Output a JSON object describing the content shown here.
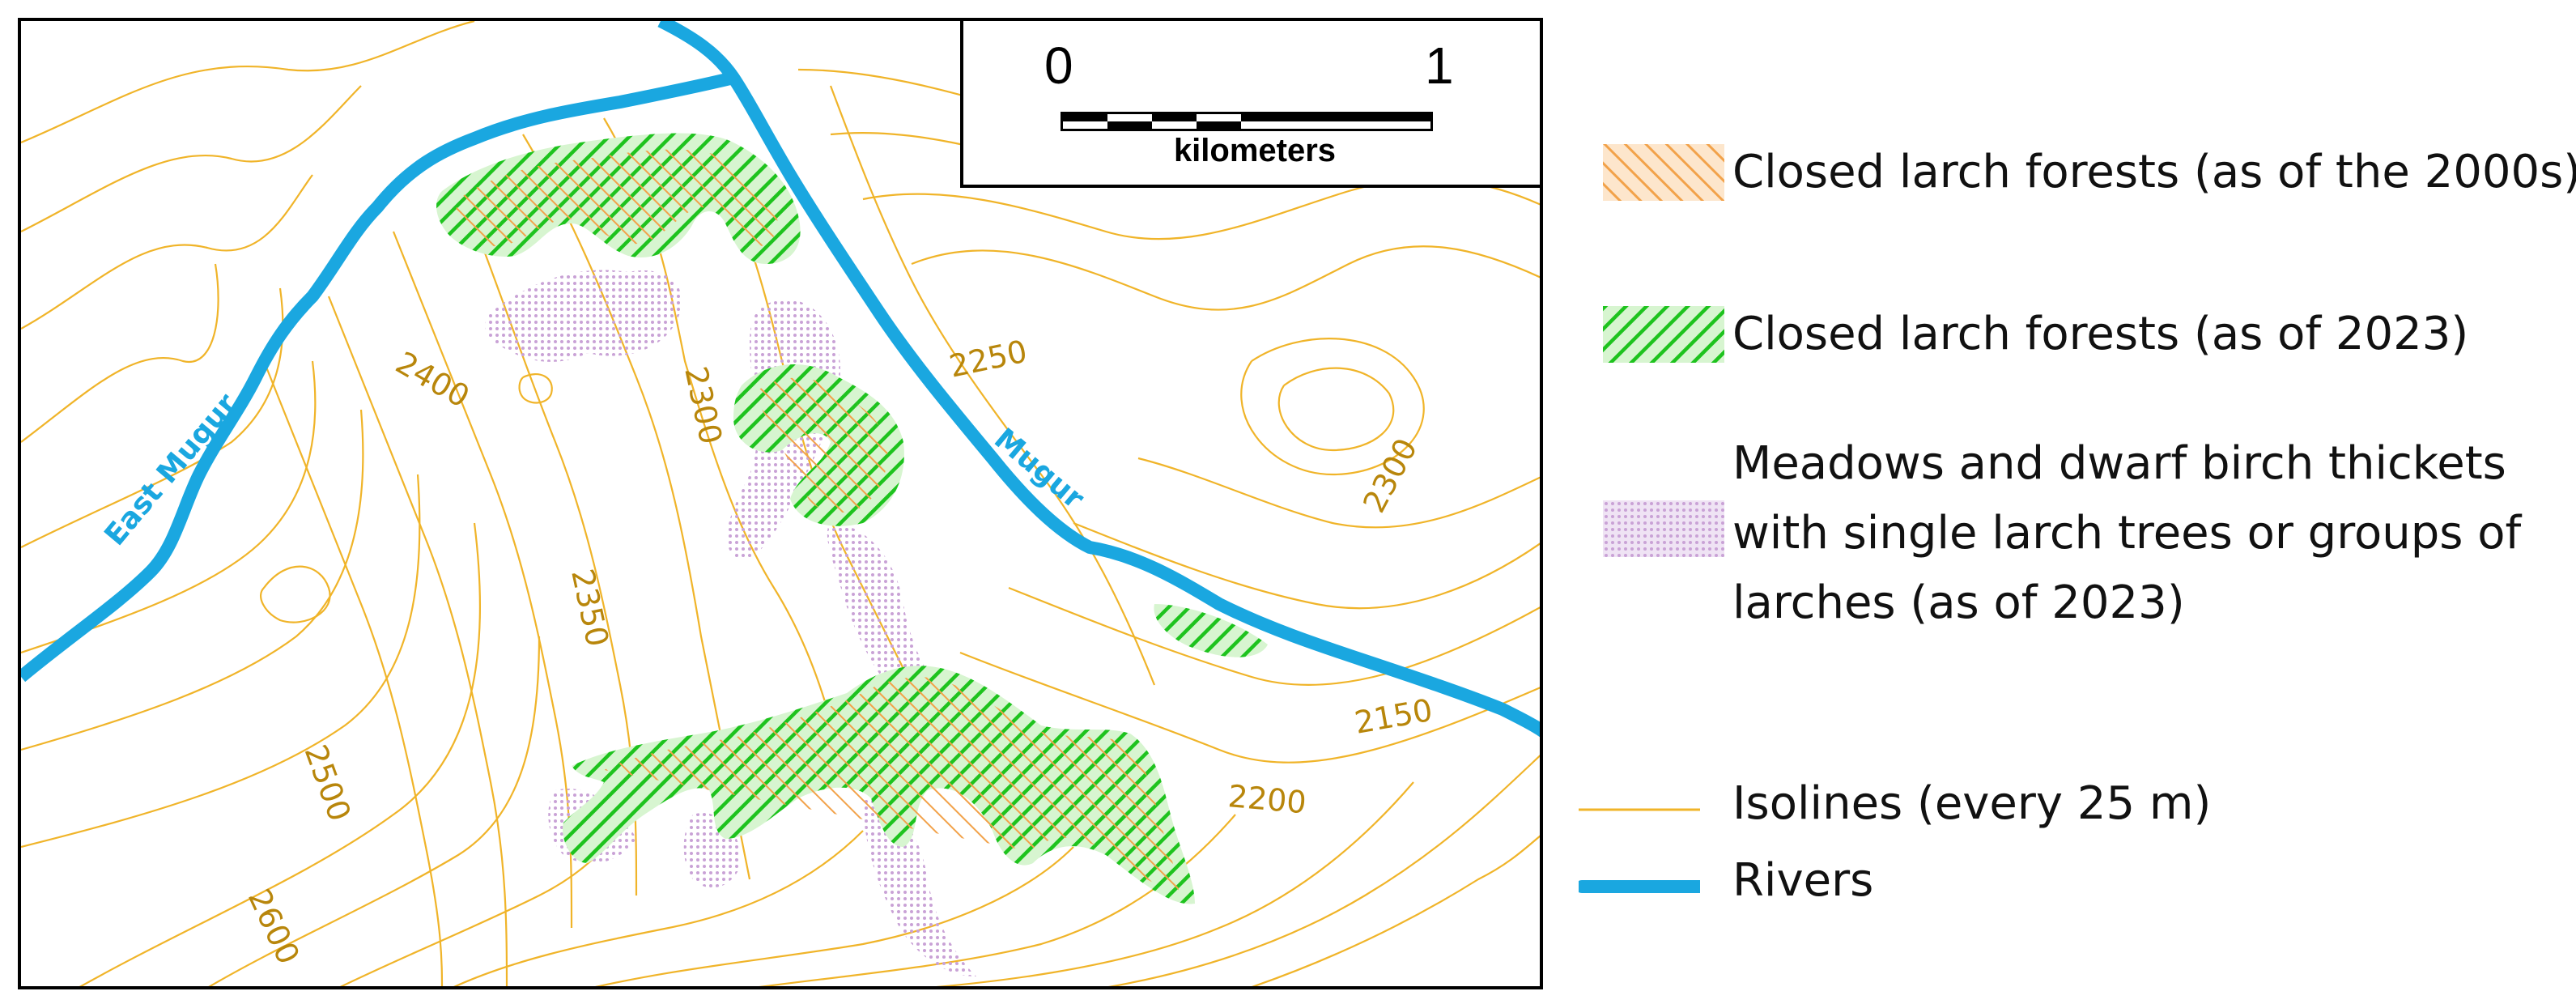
{
  "map": {
    "scale": {
      "start": "0",
      "end": "1",
      "unit": "kilometers"
    },
    "contour_labels": [
      "2250",
      "2300",
      "2400",
      "2300",
      "2350",
      "2500",
      "2600",
      "2200",
      "2150"
    ],
    "river_labels": [
      "Mugur",
      "East Mugur"
    ]
  },
  "legend": {
    "items": [
      {
        "label": "Closed larch forests (as of the 2000s)",
        "swatch": "orange-hatch"
      },
      {
        "label": "Closed larch forests (as of 2023)",
        "swatch": "green-hatch"
      },
      {
        "label_lines": [
          "Meadows and dwarf birch thickets",
          "with single larch trees or groups of",
          "larches (as of 2023)"
        ],
        "swatch": "pink-dots"
      },
      {
        "label": "Isolines (every 25 m)",
        "swatch": "contour-line"
      },
      {
        "label": "Rivers",
        "swatch": "river-line"
      }
    ]
  },
  "colors": {
    "river": "#1aa7e0",
    "contour": "#f0b429",
    "forest_2000s": "#f2a24a",
    "forest_2023": "#1ec31e",
    "meadow": "#c9a2d6"
  }
}
